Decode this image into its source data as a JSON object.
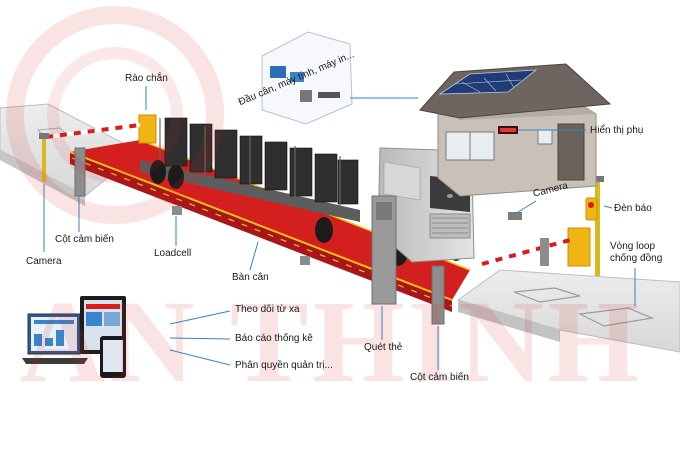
{
  "diagram": {
    "labels": {
      "rao_chan": "Rào chắn",
      "dau_can": "Đầu cân, máy tính, máy in...",
      "hien_thi_phu": "Hiển thị phụ",
      "camera_right": "Camera",
      "den_bao": "Đèn báo",
      "vong_loop": "Vòng loop chống đồng",
      "cot_cam_bien_left": "Cột cảm biến",
      "camera_left": "Camera",
      "loadcell": "Loadcell",
      "ban_can": "Bàn cân",
      "quet_the": "Quét thẻ",
      "cot_cam_bien_bottom": "Cột cảm biến",
      "theo_doi": "Theo dõi từ xa",
      "bao_cao": "Báo cáo thống kê",
      "phan_quyen": "Phân quyền quản trị..."
    },
    "watermark": "AN THINH",
    "colors": {
      "platform": "#d41f1f",
      "platform_edge": "#f2c21a",
      "barrier_arm": "#d81c1c",
      "barrier_box": "#f0b413",
      "house_wall": "#c9c1b8",
      "roof": "#6f6560",
      "solar": "#1f3c78",
      "truck_cab": "#c8c8c8",
      "cargo": "#2f2f2f",
      "leader": "#2f86c9"
    }
  }
}
